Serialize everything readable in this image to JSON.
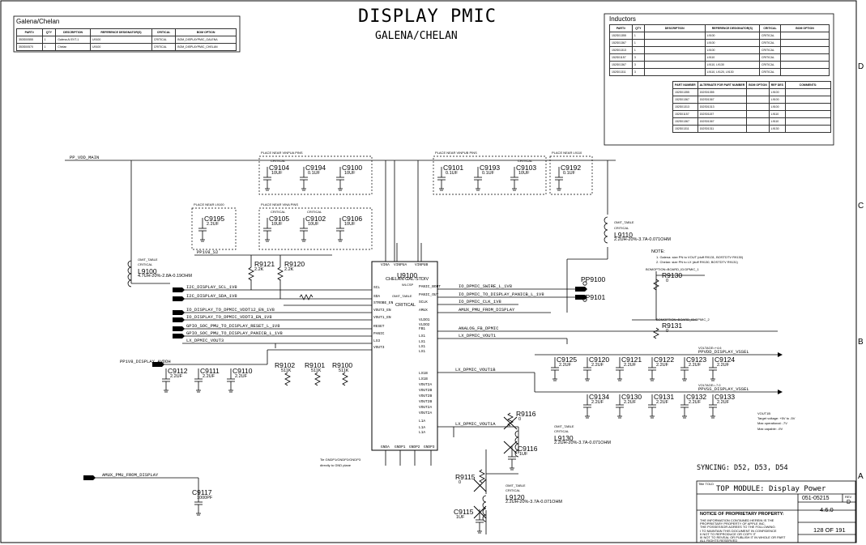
{
  "title": "DISPLAY PMIC",
  "subtitle": "GALENA/CHELAN",
  "galena_table": {
    "heading": "Galena/Chelan",
    "headers": [
      "PART#",
      "QTY",
      "DESCRIPTION",
      "REFERENCE DESIGNATOR(S)",
      "CRITICAL",
      "BOM OPTION"
    ],
    "rows": [
      [
        "353S00555",
        "1",
        "Galena AI EVT-1",
        "U9100",
        "CRITICAL",
        "BOM_DISPLAYPMIC_GALENA"
      ],
      [
        "353S00570",
        "1",
        "Chelan",
        "U9100",
        "CRITICAL",
        "BOM_DISPLAYPMIC_CHELAN"
      ]
    ]
  },
  "inductors_table": {
    "heading": "Inductors",
    "headers": [
      "PART#",
      "QTY",
      "DESCRIPTION",
      "REFERENCE DESIGNATOR(S)",
      "CRITICAL",
      "BOM OPTION"
    ],
    "rows": [
      [
        "152S01355",
        "1",
        "",
        "L9100",
        "CRITICAL",
        ""
      ],
      [
        "152S01367",
        "1",
        "",
        "L9100",
        "CRITICAL",
        ""
      ],
      [
        "152S01313",
        "1",
        "",
        "L9100",
        "CRITICAL",
        ""
      ],
      [
        "152S01157",
        "3",
        "",
        "L9110",
        "CRITICAL",
        ""
      ],
      [
        "152S01367",
        "3",
        "",
        "L9110, L9130",
        "CRITICAL",
        ""
      ],
      [
        "152S01311",
        "3",
        "",
        "L9110, L9120, L9130",
        "CRITICAL",
        ""
      ]
    ]
  },
  "alt_table": {
    "headers": [
      "PART NUMBER",
      "ALTERNATE FOR PART NUMBER",
      "BOM OPTION",
      "REF DES",
      "COMMENTS:"
    ],
    "rows": [
      [
        "152S01355",
        "152S01355",
        "",
        "L9100",
        ""
      ],
      [
        "152S01367",
        "152S01367",
        "",
        "L9100",
        ""
      ],
      [
        "152S01313",
        "152S01313",
        "",
        "L9100",
        ""
      ],
      [
        "152S01157",
        "152S01157",
        "",
        "L9110",
        ""
      ],
      [
        "152S01367",
        "152S01367",
        "",
        "L9110",
        ""
      ],
      [
        "152S01311",
        "152S01311",
        "",
        "L9130",
        ""
      ]
    ]
  },
  "nets": {
    "pp_vdd_main": "PP_VDD_MAIN",
    "pp1v8": "PP1V8_S2",
    "i2c_scl": "I2C_DISPLAY_SCL_1V8",
    "i2c_sda": "I2C_DISPLAY_SDA_1V8",
    "vdd_en": "IO_DISPLAY_TO_DPMIC_VDDT12_EN_1V8",
    "vout_en": "IO_DISPLAY_TO_DPMIC_VDDT3_EN_1V8",
    "reset": "GPIO_SOC_PMU_TO_DISPLAY_RESET_L_1V8",
    "panic": "GPIO_SOC_PMU_TO_DISPLAY_PANICB_L_1V8",
    "vout3": "LX_DPMIC_VOUT3",
    "swire": "PP1V8_DISPLAY_AVDDH",
    "iodpmic_swire": "IO_DPMIC_SWIRE_L_1V8",
    "iodpmic_panic": "IO_DPMIC_TO_DISPLAY_PANICB_L_1V8",
    "clk": "IO_DPMIC_CLK_1V8",
    "amux": "AMUX_PMU_FROM_DISPLAY",
    "analog_fb": "ANALOG_FB_DPMIC",
    "lx_vout1": "LX_DPMIC_VOUT1",
    "lx_vout1b": "LX_DPMIC_VOUT1B",
    "lx_vout1a": "LX_DPMIC_VOUT1A",
    "pp_vdd_el": "PPVDD_DISPLAY_VSSEL",
    "pp_vss_el": "PPVSS_DISPLAY_VSSEL",
    "amux_bottom": "AMUX_PMU_FROM_DISPLAY"
  },
  "place_notes": {
    "vinpub": "PLACE NEAR VINPUA PINS",
    "vinpub2": "PLACE NEAR VINPUB PINS",
    "l9110": "PLACE NEAR L9110",
    "l9100": "PLACE NEAR L9100",
    "vina": "PLACE NEAR VINA PINS"
  },
  "caps_top": [
    {
      "ref": "C9104",
      "crit": "CRITICAL",
      "val": "10UF"
    },
    {
      "ref": "C9194",
      "crit": "",
      "val": "0.1UF"
    },
    {
      "ref": "C9100",
      "crit": "",
      "val": "10UF"
    },
    {
      "ref": "C9101",
      "crit": "",
      "val": "0.1UF"
    },
    {
      "ref": "C9193",
      "crit": "",
      "val": "0.1UF"
    },
    {
      "ref": "C9103",
      "crit": "CRITICAL",
      "val": "10UF"
    },
    {
      "ref": "C9192",
      "crit": "",
      "val": "0.1UF"
    },
    {
      "ref": "C9195",
      "crit": "",
      "val": "2.2UF"
    },
    {
      "ref": "C9105",
      "crit": "CRITICAL",
      "val": "10UF"
    },
    {
      "ref": "C9102",
      "crit": "CRITICAL",
      "val": "10UF"
    },
    {
      "ref": "C9106",
      "crit": "",
      "val": "10UF"
    }
  ],
  "inductors": {
    "l9100": {
      "table": "OMIT_TABLE",
      "crit": "CRITICAL",
      "ref": "L9100",
      "val": "4.7UH-20%-2.8A-0.19OHM"
    },
    "l9110": {
      "table": "OMIT_TABLE",
      "crit": "CRITICAL",
      "ref": "L9110",
      "val": "2.2UH-20%-3.7A-0.071OHM"
    },
    "l9120": {
      "table": "OMIT_TABLE",
      "crit": "CRITICAL",
      "ref": "L9120",
      "val": "2.2UH-20%-3.7A-0.071OHM"
    },
    "l9130": {
      "table": "OMIT_TABLE",
      "crit": "CRITICAL",
      "ref": "L9130",
      "val": "2.2UH-20%-3.7A-0.071OHM"
    }
  },
  "resistors": {
    "r9121": {
      "ref": "R9121",
      "val": "2.2K"
    },
    "r9120": {
      "ref": "R9120",
      "val": "2.2K"
    },
    "r9102": {
      "ref": "R9102",
      "val": "511K"
    },
    "r9101": {
      "ref": "R9101",
      "val": "511K"
    },
    "r9100": {
      "ref": "R9100",
      "val": "511K"
    },
    "r9130": {
      "ref": "R9130",
      "val": "0"
    },
    "r9131": {
      "ref": "R9131",
      "val": "0"
    },
    "r9116": {
      "ref": "R9116",
      "val": "0"
    },
    "r9115": {
      "ref": "R9115",
      "val": "0"
    }
  },
  "ic": {
    "ref": "U9100",
    "part": "CHELAN-GAL-STDIV",
    "pkg": "WLCSP",
    "crit": "CRITICAL",
    "table": "OMIT_TABLE",
    "top_pins": [
      "VINA",
      "VINPUA",
      "VINPUB"
    ],
    "left_pins": [
      "SCL",
      "SDA",
      "STROBE_EN",
      "VOUT3_EN",
      "VOUT1_EN",
      "RESET",
      "PANIC",
      "LX3",
      "VOUT3"
    ],
    "right_pins": [
      "PANIC_BOUT",
      "PANIC_OUT",
      "SCLK",
      "AMUX",
      "VLDO1",
      "VLDO2",
      "FB1",
      "LX1",
      "LX1",
      "LX1",
      "LX1",
      "LX1B",
      "LX1B",
      "VOUT2A",
      "VOUT2B",
      "VOUT2B",
      "VOUT2B",
      "VOUT2A",
      "VOUT2A",
      "L1A",
      "L1A",
      "L1A"
    ],
    "bottom_pins": [
      "GNDA",
      "GNDP1",
      "GNDP2",
      "GNDP3"
    ]
  },
  "caps_mid": [
    {
      "ref": "C9112",
      "val": "2.2UF"
    },
    {
      "ref": "C9111",
      "val": "2.2UF"
    },
    {
      "ref": "C9110",
      "val": "2.2UF"
    }
  ],
  "caps_right_top": [
    {
      "ref": "C9125",
      "val": "2.2UF"
    },
    {
      "ref": "C9120",
      "val": "2.2UF"
    },
    {
      "ref": "C9121",
      "val": "2.2UF"
    },
    {
      "ref": "C9122",
      "val": "2.2UF"
    },
    {
      "ref": "C9123",
      "val": "2.2UF"
    },
    {
      "ref": "C9124",
      "val": "2.2UF"
    }
  ],
  "caps_right_bot": [
    {
      "ref": "C9134",
      "val": "2.2UF"
    },
    {
      "ref": "C9130",
      "val": "2.2UF"
    },
    {
      "ref": "C9131",
      "val": "2.2UF"
    },
    {
      "ref": "C9132",
      "val": "2.2UF"
    },
    {
      "ref": "C9133",
      "val": "2.2UF"
    }
  ],
  "test_points": {
    "pp9100": "PP9100",
    "pp9101": "PP9101"
  },
  "misc_caps": {
    "c9117": {
      "ref": "C9117",
      "val": "1000PF"
    },
    "c9116": {
      "ref": "C9116",
      "val": "1UF"
    },
    "c9115": {
      "ref": "C9115",
      "val": "1UF"
    }
  },
  "notes": {
    "heading": "NOTE:",
    "line1": "1. Galena: size PN to VOUT (duff R9131, BOSTDTV R9130)",
    "line2": "2. Chelan: size PN to LX (duff R9130, BOSTDTV R9131)",
    "bomopt1": "BOMOPTION=BOARD_ID:DPMIC_1",
    "bomopt2": "BOMOPTION=BOARD_ID:DPMIC_2",
    "vout_top": "VOLTAGE=+4.6",
    "vout_bot": "VOLTAGE=-7.0",
    "gnd_note_1": "Tie GNDP1/GNDP2/GNDP3",
    "gnd_note_2": "directly to GND plane",
    "vout_info_1": "VOUT1B",
    "vout_info_2": "Target voltage: +5V to -5V",
    "vout_info_3": "Max operational: -7V",
    "vout_info_4": "Max capable: -9V"
  },
  "syncing": "SYNCING: D52, D53, D54",
  "title_block": {
    "top_label": "Title TOLD",
    "module": "TOP MODULE: Display Power",
    "drawing": "051-05215",
    "rev_label": "REV",
    "rev": "D",
    "version": "4.6.0",
    "sheet": "128 OF 191",
    "notice_title": "NOTICE OF PROPRIETARY PROPERTY:",
    "notice_1": "THE INFORMATION CONTAINED HEREIN IS THE",
    "notice_2": "PROPRIETARY PROPERTY OF APPLE INC.",
    "notice_3": "THE POSSESSOR AGREES TO THE FOLLOWING:",
    "notice_4": "I TO MAINTAIN THIS DOCUMENT IN CONFIDENCE",
    "notice_5": "II NOT TO REPRODUCE OR COPY IT",
    "notice_6": "III NOT TO REVEAL OR PUBLISH IT IN WHOLE OR PART",
    "notice_7": "ALL RIGHTS RESERVED"
  },
  "grid_letters": [
    "D",
    "C",
    "B",
    "A"
  ]
}
